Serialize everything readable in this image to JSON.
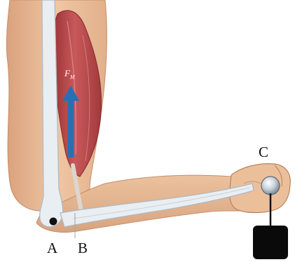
{
  "labels": {
    "a": "A",
    "b": "B",
    "c": "C",
    "force": "F",
    "force_sub": "M"
  },
  "colors": {
    "skin": "#e9b995",
    "skin_dark": "#cf9a76",
    "skin_light": "#f3cfae",
    "bone": "#e9eef2",
    "bone_edge": "#aeb8c0",
    "muscle": "#b8474a",
    "muscle_dark": "#8e2f33",
    "muscle_light": "#d77a79",
    "arrow": "#2a6fb3",
    "weight": "#0a0a0a"
  }
}
